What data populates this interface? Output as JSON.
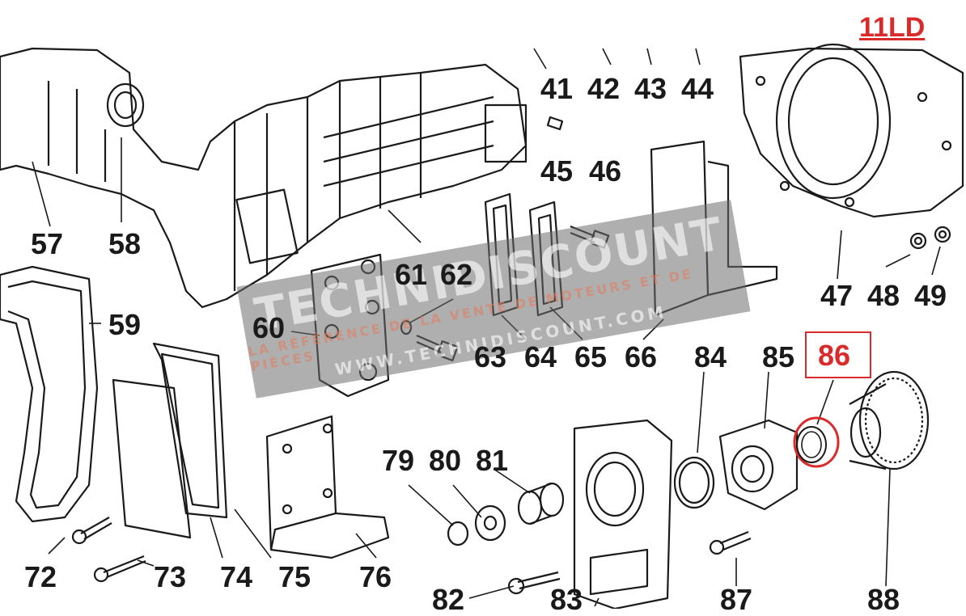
{
  "title": "11LD",
  "highlighted_part": "86",
  "accent_color": "#d92b2b",
  "parts": [
    {
      "key": "41",
      "label": "41"
    },
    {
      "key": "42",
      "label": "42"
    },
    {
      "key": "43",
      "label": "43"
    },
    {
      "key": "44",
      "label": "44"
    },
    {
      "key": "45",
      "label": "45"
    },
    {
      "key": "46",
      "label": "46"
    },
    {
      "key": "47",
      "label": "47"
    },
    {
      "key": "48",
      "label": "48"
    },
    {
      "key": "49",
      "label": "49"
    },
    {
      "key": "57",
      "label": "57"
    },
    {
      "key": "58",
      "label": "58"
    },
    {
      "key": "59",
      "label": "59"
    },
    {
      "key": "60",
      "label": "60"
    },
    {
      "key": "61",
      "label": "61"
    },
    {
      "key": "62",
      "label": "62"
    },
    {
      "key": "63",
      "label": "63"
    },
    {
      "key": "64",
      "label": "64"
    },
    {
      "key": "65",
      "label": "65"
    },
    {
      "key": "66",
      "label": "66"
    },
    {
      "key": "72",
      "label": "72"
    },
    {
      "key": "73",
      "label": "73"
    },
    {
      "key": "74",
      "label": "74"
    },
    {
      "key": "75",
      "label": "75"
    },
    {
      "key": "76",
      "label": "76"
    },
    {
      "key": "79",
      "label": "79"
    },
    {
      "key": "80",
      "label": "80"
    },
    {
      "key": "81",
      "label": "81"
    },
    {
      "key": "82",
      "label": "82"
    },
    {
      "key": "83",
      "label": "83"
    },
    {
      "key": "84",
      "label": "84"
    },
    {
      "key": "85",
      "label": "85"
    },
    {
      "key": "86",
      "label": "86"
    },
    {
      "key": "87",
      "label": "87"
    },
    {
      "key": "88",
      "label": "88"
    }
  ],
  "watermark": {
    "brand": "TECHNIDISCOUNT",
    "tagline": "LA RÉFÉRENCE DE LA VENTE DE MOTEURS ET DE PIÈCES",
    "url": "WWW.TECHNIDISCOUNT.COM"
  }
}
